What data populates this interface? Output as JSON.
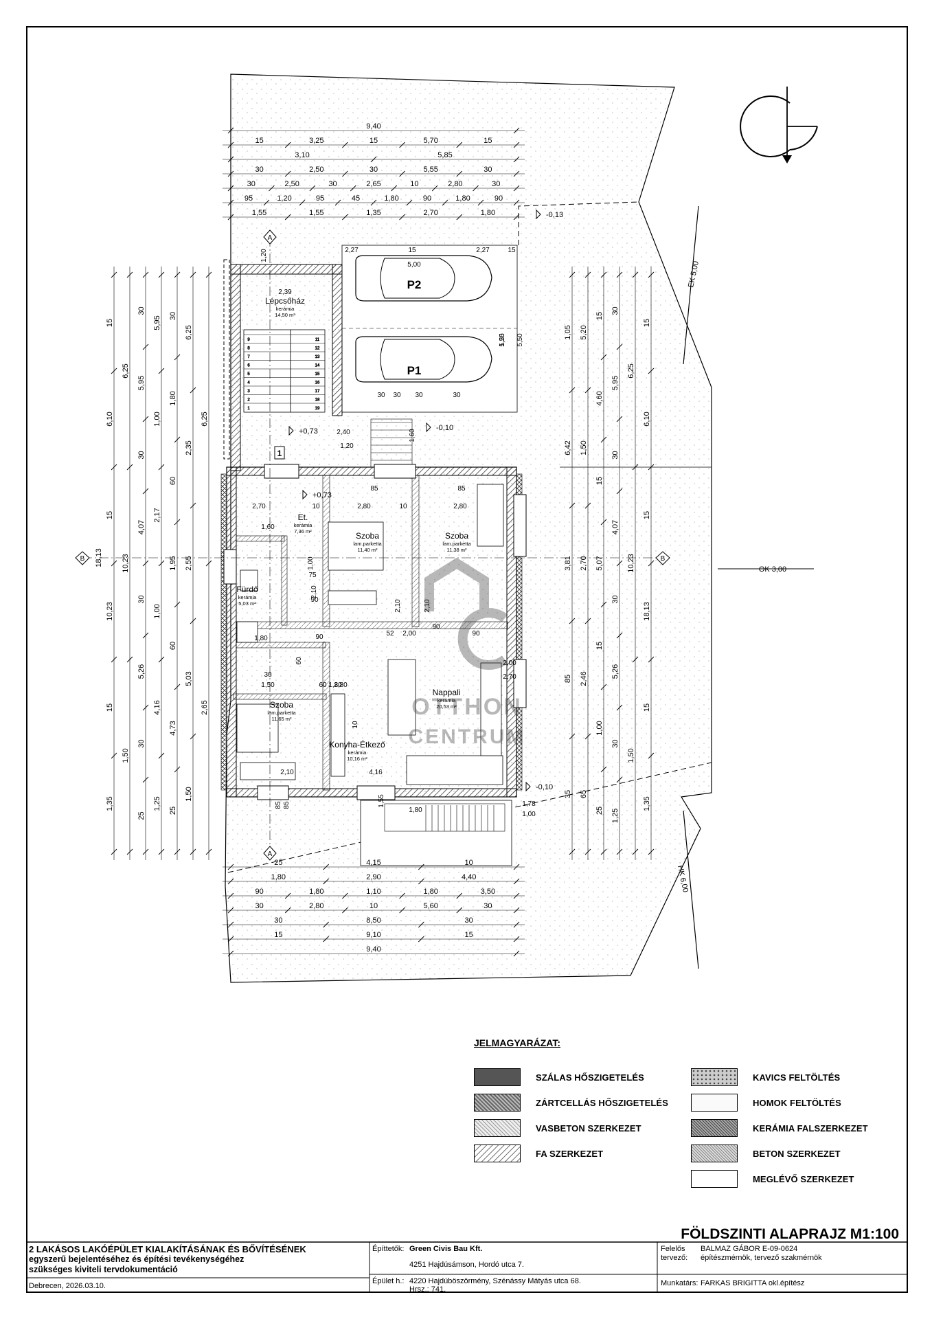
{
  "drawing": {
    "north_symbol": "north-arrow",
    "axis_a": "A",
    "axis_b": "B",
    "stair_number": "1",
    "parking": [
      "P2",
      "P1"
    ],
    "rooms": [
      {
        "name": "Lépcsőház",
        "finish": "kerámia",
        "area": "14,50 m²"
      },
      {
        "name": "Et.",
        "finish": "kerámia",
        "area": "7,36 m²"
      },
      {
        "name": "Fürdő",
        "finish": "kerámia",
        "area": "5,03 m²"
      },
      {
        "name": "Szoba",
        "finish": "lam.parketta",
        "area": "11,40 m²"
      },
      {
        "name": "Szoba",
        "finish": "lam.parketta",
        "area": "11,38 m²"
      },
      {
        "name": "Szoba",
        "finish": "lam.parketta",
        "area": "11,65 m²"
      },
      {
        "name": "Nappali",
        "finish": "kerámia",
        "area": "20,53 m²"
      },
      {
        "name": "Konyha-Étkező",
        "finish": "kerámia",
        "area": "10,16 m²"
      }
    ],
    "levels": [
      "-0,13",
      "+0,73",
      "-0,10",
      "+0,73",
      "-0,10"
    ],
    "setbacks": [
      "EK 5,00",
      "OK 3,00",
      "HK 6,00"
    ],
    "top_dims": [
      [
        "9,40"
      ],
      [
        "15",
        "3,25",
        "15",
        "5,70",
        "15"
      ],
      [
        "3,10",
        "5,85"
      ],
      [
        "30",
        "2,50",
        "30",
        "5,55",
        "30"
      ],
      [
        "30",
        "2,50",
        "30",
        "2,65",
        "10",
        "2,80",
        "30"
      ],
      [
        "95",
        "1,20",
        "95",
        "45",
        "1,80",
        "90",
        "1,80",
        "90"
      ],
      [
        "1,55",
        "1,55",
        "1,35",
        "2,70",
        "1,80"
      ]
    ],
    "bottom_dims": [
      [
        "25",
        "4,15",
        "10"
      ],
      [
        "1,80",
        "2,90",
        "4,40"
      ],
      [
        "90",
        "1,80",
        "1,10",
        "1,80",
        "3,50"
      ],
      [
        "30",
        "2,80",
        "10",
        "5,60",
        "30"
      ],
      [
        "30",
        "8,50",
        "30"
      ],
      [
        "15",
        "9,10",
        "15"
      ],
      [
        "9,40"
      ]
    ],
    "left_dims": [
      [
        "15",
        "6,10",
        "15",
        "10,23",
        "15",
        "1,35"
      ],
      [
        "6,25",
        "10,23",
        "1,50"
      ],
      [
        "30",
        "5,95",
        "30",
        "4,07",
        "30",
        "5,26",
        "30",
        "25"
      ],
      [
        "5,95",
        "1,00",
        "2,17",
        "1,00",
        "4,16",
        "1,25"
      ],
      [
        "30",
        "1,80",
        "60",
        "1,95",
        "60",
        "4,73",
        "25"
      ],
      [
        "6,25",
        "2,35",
        "2,55",
        "5,03",
        "1,50"
      ],
      [
        "6,25",
        "2,65"
      ]
    ],
    "right_dims": [
      [
        "1,05",
        "6,42",
        "3,81",
        "85",
        "35"
      ],
      [
        "5,20",
        "1,50",
        "2,70",
        "2,46",
        "65"
      ],
      [
        "15",
        "4,60",
        "15",
        "5,07",
        "15",
        "1,00",
        "25"
      ],
      [
        "30",
        "5,95",
        "30",
        "4,07",
        "30",
        "5,26",
        "30",
        "1,25"
      ],
      [
        "6,25",
        "10,23",
        "1,50"
      ],
      [
        "15",
        "6,10",
        "15",
        "18,13",
        "15",
        "1,35"
      ]
    ],
    "overall_height": "18,13",
    "inner_dims": [
      "5,20",
      "5,50",
      "2,27",
      "15",
      "2,27",
      "15",
      "5,00",
      "2,39",
      "1,20",
      "2,40",
      "1,60",
      "1,20",
      "30",
      "30",
      "30",
      "30",
      "2,70",
      "2,80",
      "2,80",
      "1,60",
      "1,00",
      "85",
      "85",
      "10",
      "10",
      "75",
      "2,10",
      "2,10",
      "2,10",
      "90",
      "90",
      "52",
      "2,00",
      "90",
      "90",
      "1,80",
      "30",
      "1,50",
      "1,80",
      "2,80",
      "60",
      "60",
      "10",
      "2,10",
      "4,16",
      "85",
      "85",
      "1,80",
      "1,55",
      "1,78",
      "1,00",
      "2,00",
      "2,70",
      "1,55"
    ],
    "watermark": {
      "line1": "OTTHON",
      "line2": "CENTRUM"
    }
  },
  "legend": {
    "title": "JELMAGYARÁZAT:",
    "items": [
      {
        "label": "SZÁLAS HŐSZIGETELÉS",
        "color": "#555555"
      },
      {
        "label": "ZÁRTCELLÁS HŐSZIGETELÉS",
        "color": "#777777"
      },
      {
        "label": "VASBETON SZERKEZET",
        "color": "#bbbbbb"
      },
      {
        "label": "FA SZERKEZET",
        "color": "#e6e6e6"
      },
      {
        "label": "KAVICS FELTÖLTÉS",
        "color": "#999999"
      },
      {
        "label": "HOMOK FELTÖLTÉS",
        "color": "#f6f6f6"
      },
      {
        "label": "KERÁMIA FALSZERKEZET",
        "color": "#888888"
      },
      {
        "label": "BETON SZERKEZET",
        "color": "#cccccc"
      },
      {
        "label": "MEGLÉVŐ SZERKEZET",
        "color": "#ffffff"
      }
    ]
  },
  "sheet_title": "FÖLDSZINTI ALAPRAJZ   M1:100",
  "titleblock": {
    "project_line1": "2 LAKÁSOS LAKÓÉPÜLET KIALAKÍTÁSÁNAK ÉS BŐVÍTÉSÉNEK",
    "project_line2": "egyszerű bejelentéséhez és építési tevékenységéhez",
    "project_line3": "szükséges kiviteli tervdokumentáció",
    "place_date": "Debrecen, 2026.03.10.",
    "builder_label": "Építtetők:",
    "builder_name": "Green Civis Bau Kft.",
    "builder_address": "4251 Hajdúsámson, Hordó utca 7.",
    "building_label": "Épület h.:",
    "building_address": "4220 Hajdúböszörmény, Szénássy Mátyás utca 68.",
    "lot": "Hrsz.: 741.",
    "designer_label1": "Felelős",
    "designer_label2": "tervező:",
    "designer_name": "BALMAZ GÁBOR  E-09-0624",
    "designer_title": "építészmérnök, tervező szakmérnök",
    "assistant_label": "Munkatárs:",
    "assistant": "FARKAS BRIGITTA  okl.építész"
  }
}
